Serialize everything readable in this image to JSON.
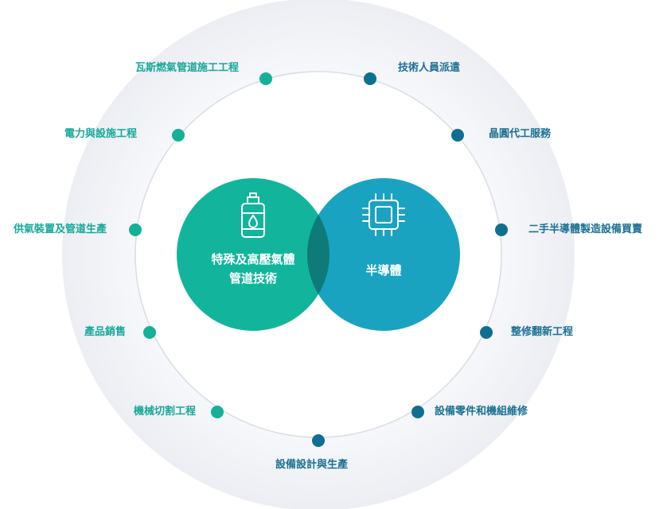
{
  "colors": {
    "teal": "#12b59c",
    "blue": "#1aa3c1",
    "overlap": "#0f7a7a",
    "dot_teal": "#15b098",
    "dot_blue": "#0f6f90",
    "label_teal": "#16a89a",
    "label_blue": "#1b6f92"
  },
  "center": {
    "left_title_line1": "特殊及高壓氣體",
    "left_title_line2": "管道技術",
    "right_title": "半導體",
    "left_icon": "gas-cylinder-icon",
    "right_icon": "chip-icon"
  },
  "nodes": {
    "left": [
      "瓦斯燃氣管道施工工程",
      "電力與設施工程",
      "供氣裝置及管道生產",
      "產品銷售",
      "機械切割工程"
    ],
    "right": [
      "技術人員派遣",
      "晶圓代工服務",
      "二手半導體製造設備買賣",
      "整修翻新工程",
      "設備零件和機組維修"
    ],
    "bottom": "設備設計與生產"
  }
}
